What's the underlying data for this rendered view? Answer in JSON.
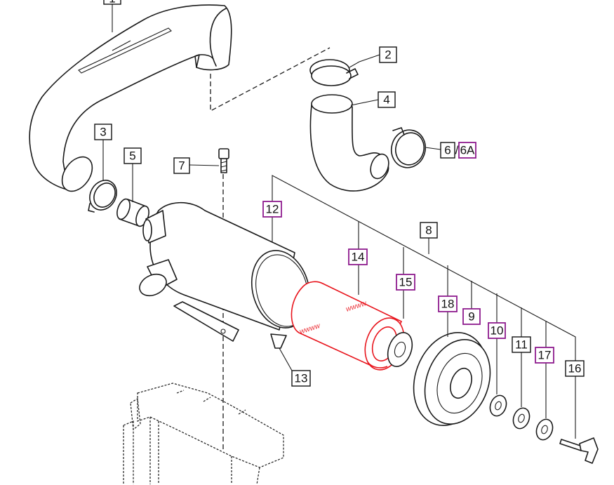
{
  "callouts": {
    "c1": "1",
    "c2": "2",
    "c3": "3",
    "c4": "4",
    "c5": "5",
    "c6": "6",
    "c6a": "6A",
    "c6sep": "/",
    "c7": "7",
    "c8": "8",
    "c9": "9",
    "c10": "10",
    "c11": "11",
    "c12": "12",
    "c13": "13",
    "c14": "14",
    "c15": "15",
    "c16": "16",
    "c17": "17",
    "c18": "18"
  },
  "filter_logo": "WWWW",
  "colors": {
    "highlight_part": "#e8141c",
    "highlight_callout": "#8e1b8e",
    "line": "#1a1a1a"
  }
}
